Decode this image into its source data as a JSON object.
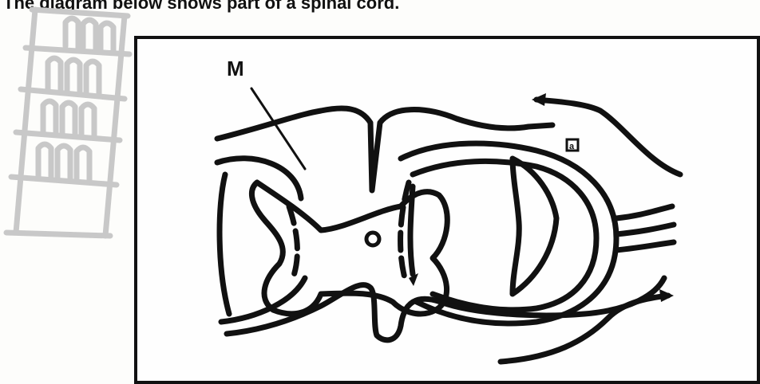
{
  "caption": "The diagram below shows part of a spinal cord.",
  "diagram": {
    "label_m": "M",
    "label_small": "a"
  },
  "colors": {
    "ink": "#111111",
    "watermark": "#c8c8c8",
    "background": "#fdfdfb"
  }
}
